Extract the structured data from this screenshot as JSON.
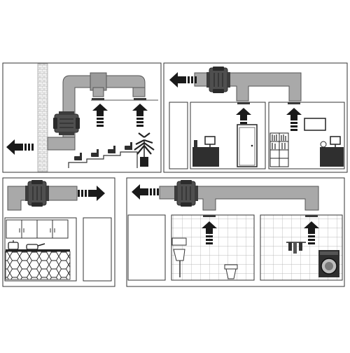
{
  "colors": {
    "background": "#ffffff",
    "frame_stroke": "#333333",
    "duct_fill": "#a9a9a9",
    "duct_stroke": "#555555",
    "fan_fill": "#4f4f4f",
    "fan_dark": "#2b2b2b",
    "arrow_fill": "#1a1a1a",
    "tile_stroke": "#9a9a9a",
    "furniture_fill": "#2f2f2f"
  },
  "panels": [
    {
      "id": "office-ceiling-exhaust"
    },
    {
      "id": "office-two-rooms"
    },
    {
      "id": "kitchen-exhaust"
    },
    {
      "id": "bathrooms-exhaust"
    }
  ],
  "icons": [
    "fan-icon",
    "arrow-left-icon",
    "arrow-up-icon",
    "arrow-right-icon",
    "plant-icon",
    "chair-icon",
    "desk-icon",
    "door-icon",
    "washing-machine-icon",
    "toilet-icon",
    "towel-icon",
    "stove-icon"
  ]
}
